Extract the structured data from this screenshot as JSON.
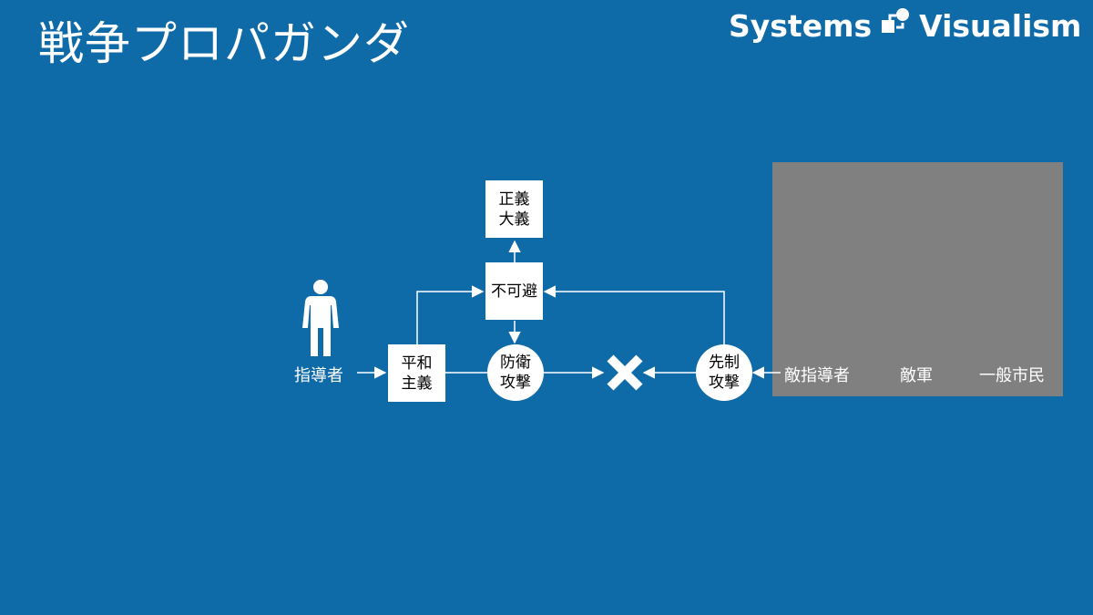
{
  "title": "戦争プロパガンダ",
  "brand": {
    "left": "Systems",
    "right": "Visualism"
  },
  "nodes": {
    "justice": [
      "正義",
      "大義"
    ],
    "inevitable": [
      "不可避"
    ],
    "pacifism": [
      "平和",
      "主義"
    ],
    "defense": [
      "防衛",
      "攻撃"
    ],
    "preemptive": [
      "先制",
      "攻撃"
    ]
  },
  "labels": {
    "leader": "指導者",
    "enemy_leader": "敵指導者",
    "enemy_army": "敵軍",
    "civilians": "一般市民"
  },
  "colors": {
    "background": "#0f6aa8",
    "panel": "#808080",
    "node": "#ffffff",
    "edge": "#ffffff"
  }
}
